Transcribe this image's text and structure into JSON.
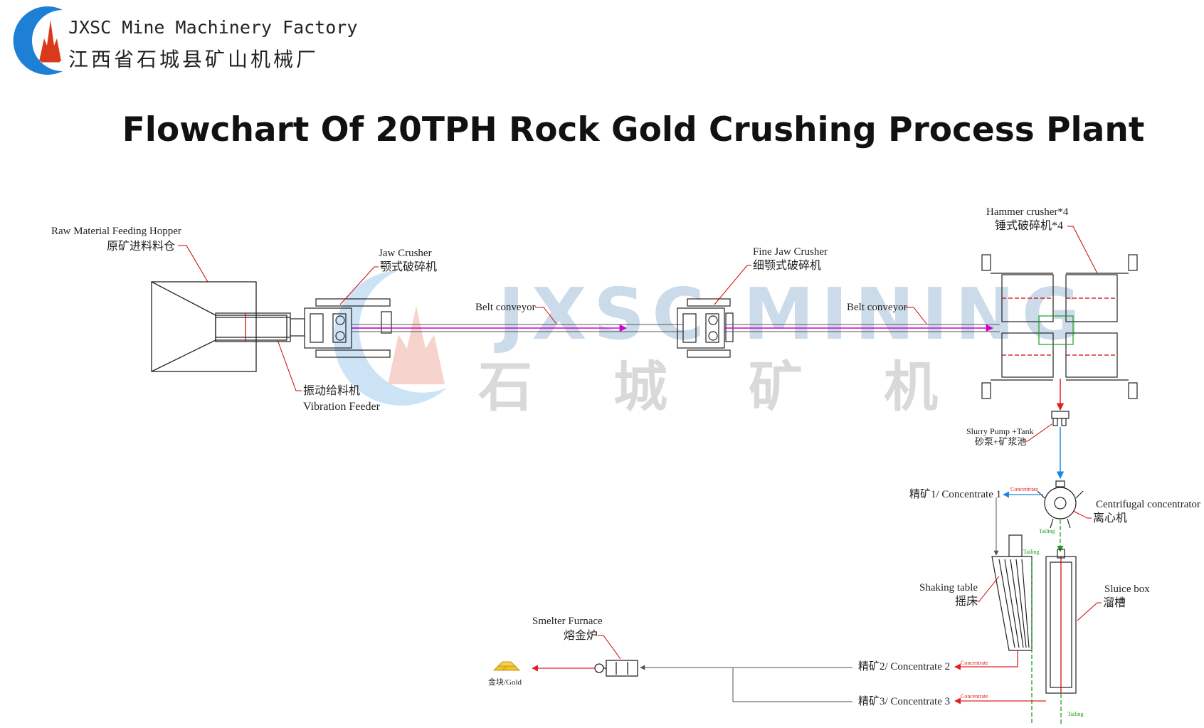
{
  "brand": {
    "company_en": "JXSC Mine Machinery Factory",
    "company_cn": "江西省石城县矿山机械厂"
  },
  "title": "Flowchart Of 20TPH Rock Gold Crushing Process Plant",
  "watermark": {
    "en": "JXSC MINING",
    "cn": [
      "石",
      "城",
      "矿",
      "机"
    ]
  },
  "equipment": {
    "hopper": {
      "en": "Raw Material Feeding Hopper",
      "cn": "原矿进料料仓"
    },
    "vibration_feeder": {
      "cn": "振动给料机",
      "en": "Vibration  Feeder"
    },
    "jaw_crusher": {
      "en": "Jaw Crusher",
      "cn": "颚式破碎机"
    },
    "belt_conveyor_1": {
      "en": "Belt conveyor"
    },
    "fine_jaw_crusher": {
      "en": "Fine Jaw Crusher",
      "cn": "细颚式破碎机"
    },
    "belt_conveyor_2": {
      "en": "Belt conveyor"
    },
    "hammer_crusher": {
      "en": "Hammer crusher*4",
      "cn": "锤式破碎机*4"
    },
    "slurry_pump": {
      "en": "Slurry Pump +Tank",
      "cn": "砂泵+矿浆池"
    },
    "centrifugal": {
      "en": "Centrifugal concentrator",
      "cn": "离心机"
    },
    "shaking_table": {
      "en": "Shaking table",
      "cn": "摇床"
    },
    "sluice_box": {
      "en": "Sluice box",
      "cn": "溜槽"
    },
    "smelter": {
      "en": "Smelter Furnace",
      "cn": "熔金炉"
    },
    "gold": {
      "label": "金块/Gold"
    }
  },
  "flows": {
    "concentrate_1": "精矿1/ Concentrate 1",
    "concentrate_2": "精矿2/ Concentrate 2",
    "concentrate_3": "精矿3/ Concentrate 3",
    "concentrate_tag": "Concentrate",
    "tailing_tag": "Tailing"
  },
  "colors": {
    "logo_blue": "#1e7fd6",
    "logo_red": "#d93a1c",
    "belt_flow": "#d000d0",
    "slurry_flow": "#1e88e5",
    "concentrate_flow": "#e02020",
    "tailing_flow": "#1aa01a",
    "line": "#222222",
    "leader": "#cc0000"
  }
}
